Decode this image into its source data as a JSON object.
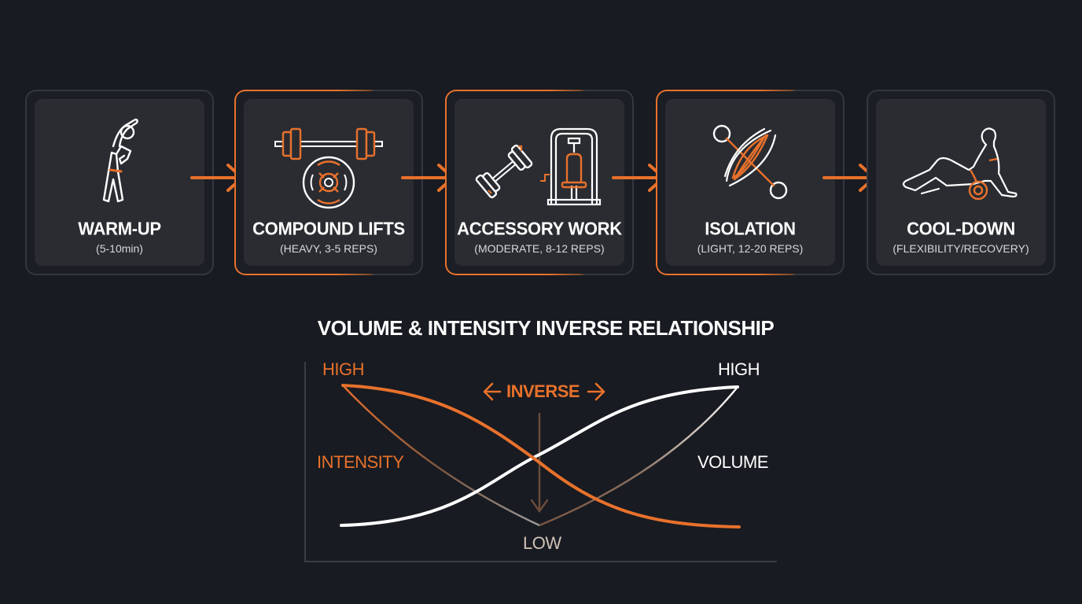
{
  "steps": [
    {
      "title": "WARM-UP",
      "subtitle": "(5-10min)",
      "icon": "stretching-person-icon",
      "highlighted": false
    },
    {
      "title": "COMPOUND LIFTS",
      "subtitle": "(HEAVY, 3-5 REPS)",
      "icon": "barbell-plate-icon",
      "highlighted": true
    },
    {
      "title": "ACCESSORY WORK",
      "subtitle": "(MODERATE, 8-12 REPS)",
      "icon": "dumbbell-cable-machine-icon",
      "highlighted": true
    },
    {
      "title": "ISOLATION",
      "subtitle": "(LIGHT, 12-20 REPS)",
      "icon": "muscle-fiber-icon",
      "highlighted": true
    },
    {
      "title": "COOL-DOWN",
      "subtitle": "(FLEXIBILITY/RECOVERY)",
      "icon": "foam-roller-person-icon",
      "highlighted": false
    }
  ],
  "flow_arrows": 4,
  "colors": {
    "background": "#181b21",
    "card": "#2a2c31",
    "accent": "#e8712c",
    "text": "#ffffff",
    "frame_border": "#33373f"
  },
  "chart_data": {
    "type": "line",
    "title": "VOLUME & INTENSITY INVERSE RELATIONSHIP",
    "xlabel": "",
    "ylabel": "",
    "x_categories": [
      "WARM-UP",
      "COMPOUND LIFTS",
      "ACCESSORY WORK",
      "ISOLATION",
      "COOL-DOWN"
    ],
    "series": [
      {
        "name": "INTENSITY",
        "color": "#e8712c",
        "values": [
          1.0,
          0.82,
          0.5,
          0.18,
          0.0
        ]
      },
      {
        "name": "VOLUME",
        "color": "#ffffff",
        "values": [
          0.0,
          0.18,
          0.5,
          0.82,
          1.0
        ]
      }
    ],
    "labels": {
      "intensity_high": "HIGH",
      "volume_high": "HIGH",
      "intensity": "INTENSITY",
      "volume": "VOLUME",
      "low": "LOW",
      "inverse": "INVERSE"
    },
    "ylim": [
      0,
      1
    ],
    "grid": false,
    "legend": "inline labels"
  }
}
